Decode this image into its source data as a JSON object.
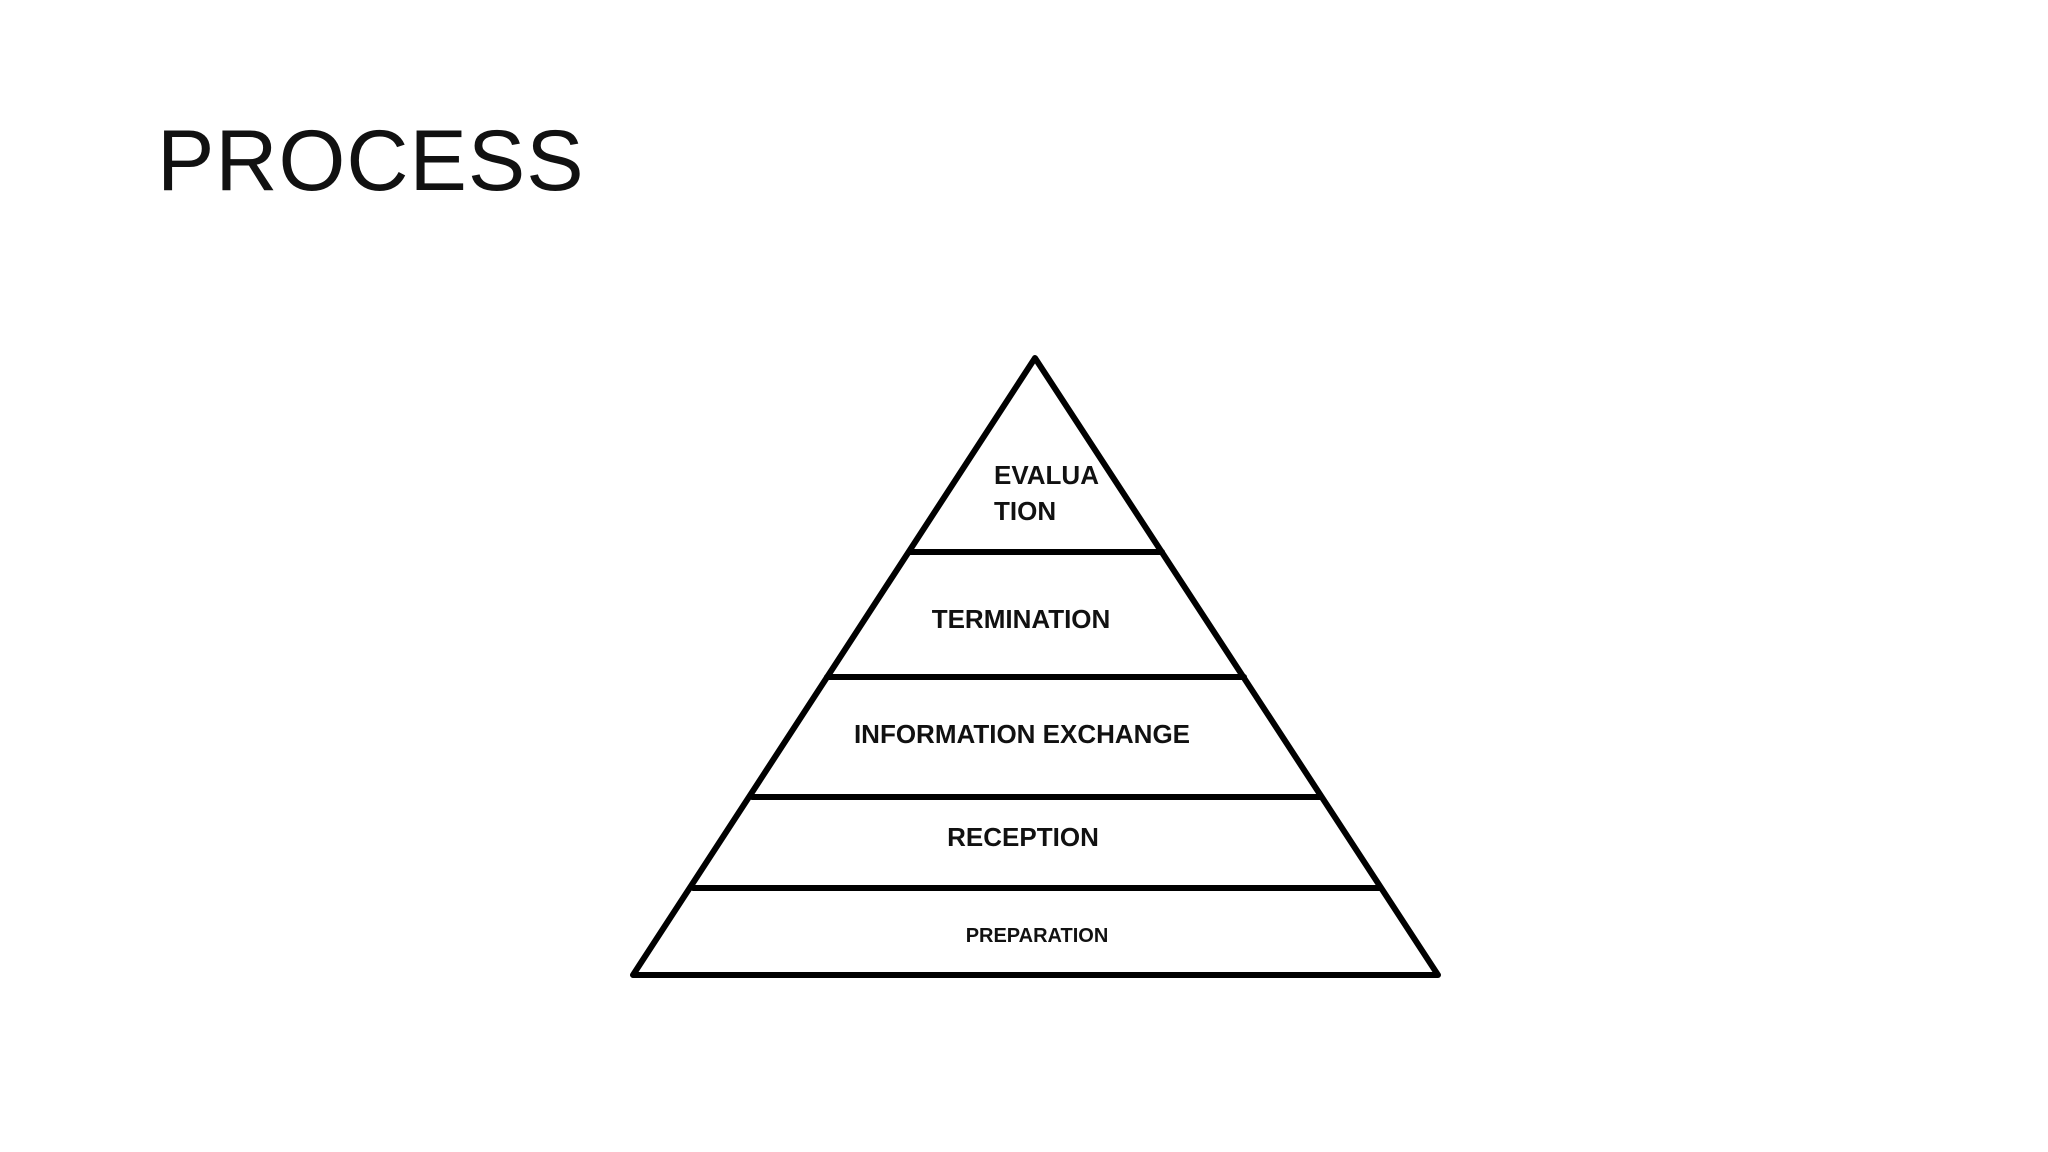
{
  "slide": {
    "title": "PROCESS"
  },
  "pyramid": {
    "levels": [
      {
        "lines": [
          "EVALUA",
          "TION"
        ]
      },
      {
        "lines": [
          "TERMINATION"
        ]
      },
      {
        "lines": [
          "INFORMATION EXCHANGE"
        ]
      },
      {
        "lines": [
          "RECEPTION"
        ]
      },
      {
        "lines": [
          "PREPARATION"
        ]
      }
    ]
  },
  "colors": {
    "background": "#ffffff",
    "stroke": "#000000",
    "text": "#111111"
  }
}
